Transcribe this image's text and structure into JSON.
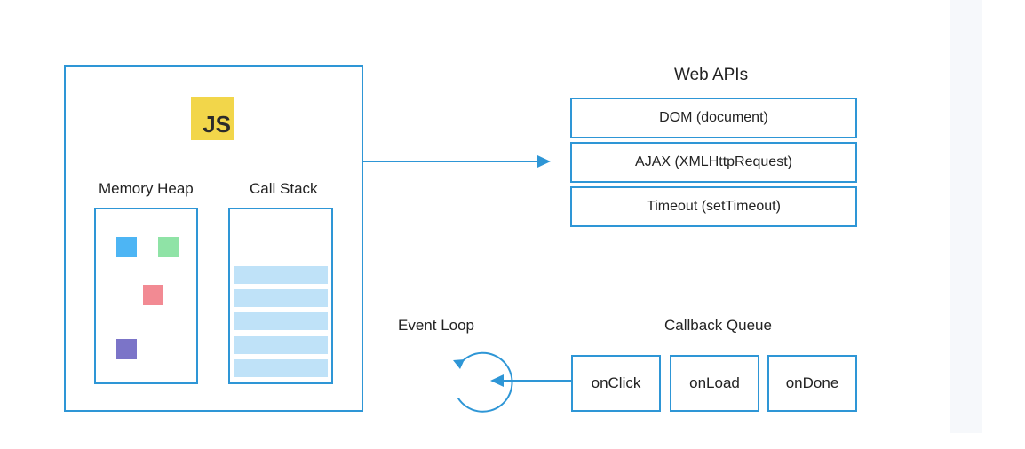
{
  "engine": {
    "logo_text": "JS",
    "memory_heap_label": "Memory Heap",
    "call_stack_label": "Call Stack",
    "heap_block_colors": [
      "#4db5f4",
      "#8fe3a6",
      "#f28a93",
      "#7b74c8"
    ],
    "stack_frame_color": "#bfe2f8"
  },
  "web_apis": {
    "title": "Web APIs",
    "items": [
      "DOM (document)",
      "AJAX (XMLHttpRequest)",
      "Timeout (setTimeout)"
    ]
  },
  "event_loop": {
    "label": "Event Loop"
  },
  "callback_queue": {
    "title": "Callback Queue",
    "items": [
      "onClick",
      "onLoad",
      "onDone"
    ]
  },
  "colors": {
    "accent": "#2e96d6"
  }
}
